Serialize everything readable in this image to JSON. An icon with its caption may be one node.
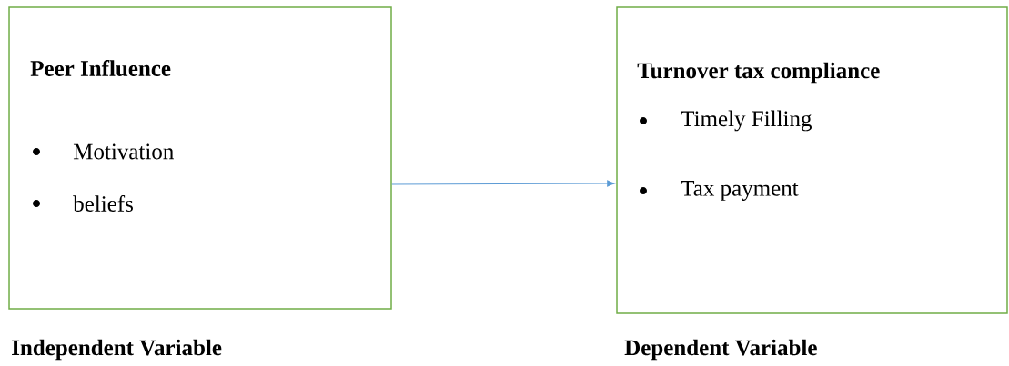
{
  "diagram": {
    "nodes": [
      {
        "text": [
          "Peer Influence",
          "Motivation",
          "beliefs"
        ],
        "beside": [
          "Independent Variable"
        ]
      },
      {
        "text": [
          "Turnover tax compliance",
          "Timely Filling",
          "Tax payment"
        ],
        "beside": [
          "Dependent Variable"
        ]
      }
    ],
    "edges": [
      {
        "from": 0,
        "to": 1,
        "arrow": "to",
        "color": "#5b9bd5"
      }
    ]
  }
}
